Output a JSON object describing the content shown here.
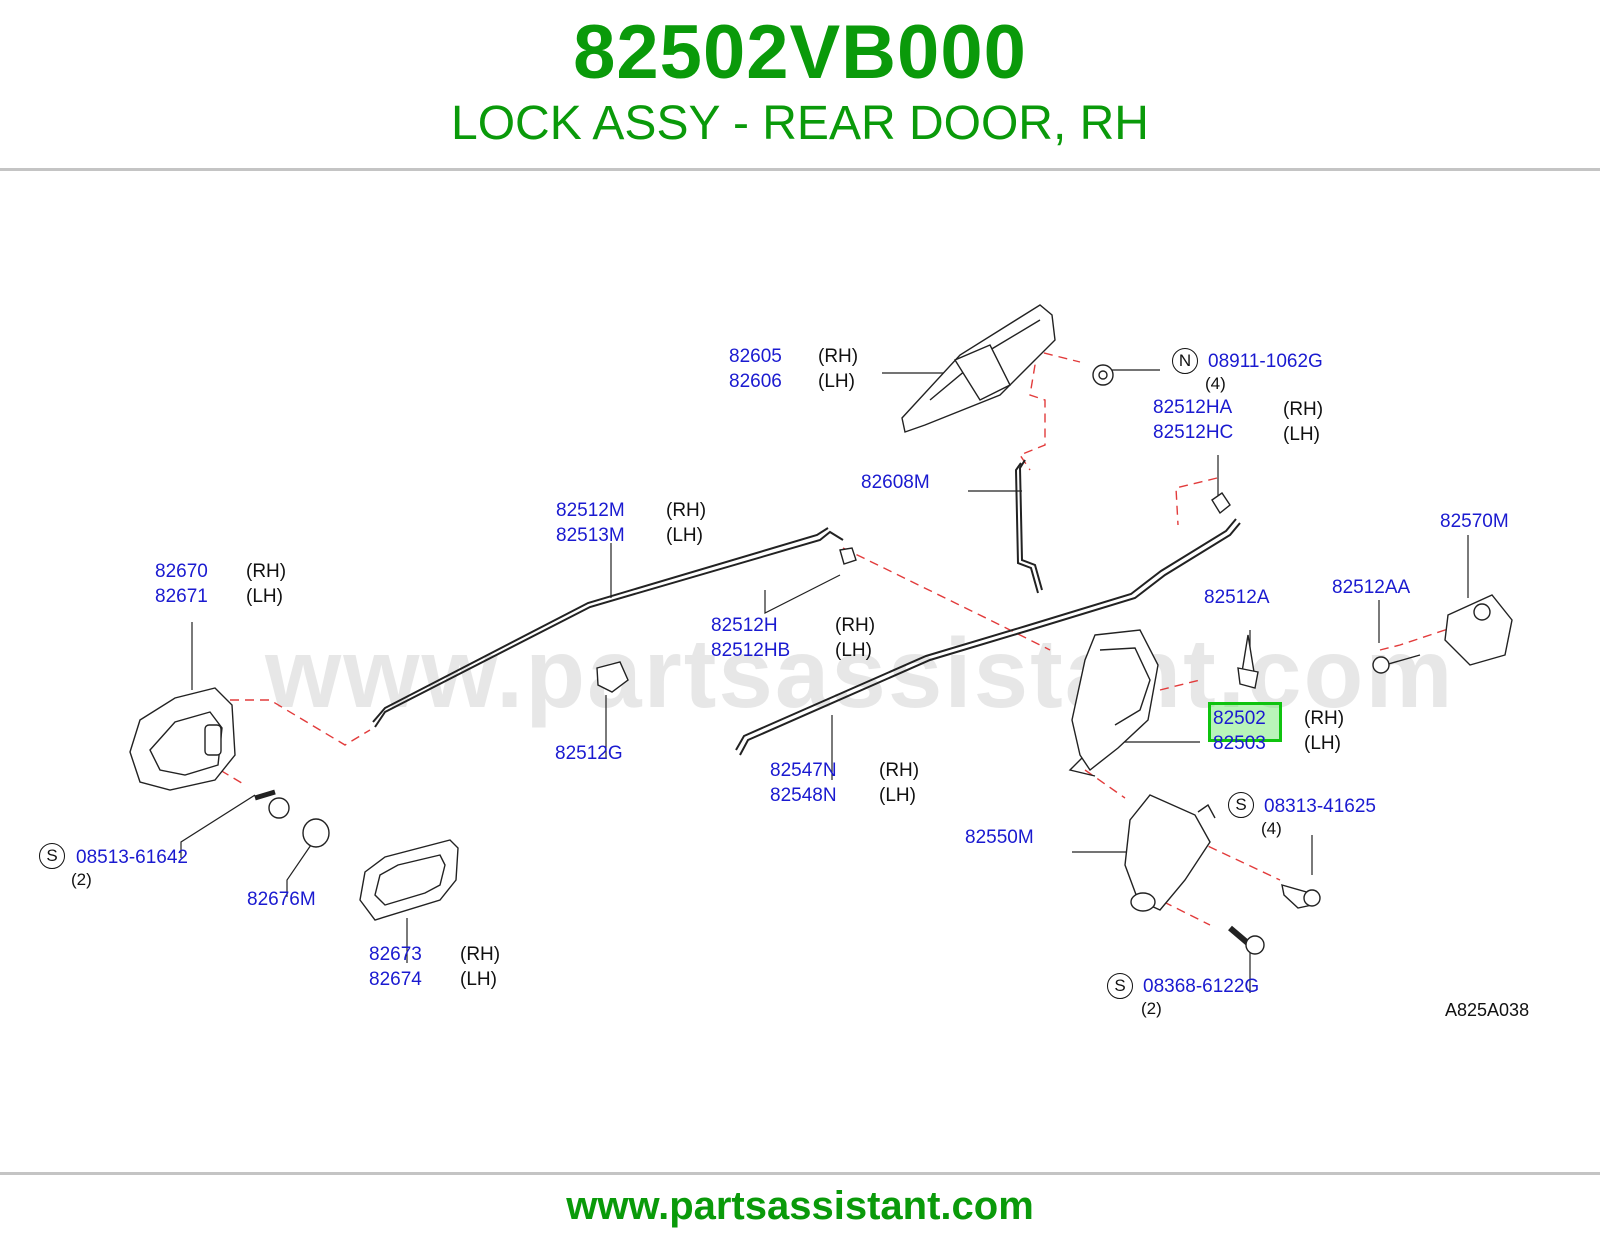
{
  "header": {
    "part_number": "82502VB000",
    "description": "LOCK ASSY - REAR DOOR, RH"
  },
  "footer": {
    "website": "www.partsassistant.com"
  },
  "watermark": "www.partsassistant.com",
  "diagram_code": "A825A038",
  "highlighted_part": "82502",
  "colors": {
    "brand_green": "#0a9a0a",
    "part_link_blue": "#1a1ad0",
    "leader_red": "#e23b3b",
    "highlight_green": "#0fc30f"
  },
  "callouts": [
    {
      "id": "82605",
      "side": "(RH)"
    },
    {
      "id": "82606",
      "side": "(LH)"
    },
    {
      "id": "08911-1062G",
      "prefix": "N",
      "qty": "(4)"
    },
    {
      "id": "82512HA",
      "side": "(RH)"
    },
    {
      "id": "82512HC",
      "side": "(LH)"
    },
    {
      "id": "82608M"
    },
    {
      "id": "82512M",
      "side": "(RH)"
    },
    {
      "id": "82513M",
      "side": "(LH)"
    },
    {
      "id": "82570M"
    },
    {
      "id": "82670",
      "side": "(RH)"
    },
    {
      "id": "82671",
      "side": "(LH)"
    },
    {
      "id": "82512AA"
    },
    {
      "id": "82512A"
    },
    {
      "id": "82512H",
      "side": "(RH)"
    },
    {
      "id": "82512HB",
      "side": "(LH)"
    },
    {
      "id": "82502",
      "side": "(RH)"
    },
    {
      "id": "82503",
      "side": "(LH)"
    },
    {
      "id": "82512G"
    },
    {
      "id": "82547N",
      "side": "(RH)"
    },
    {
      "id": "82548N",
      "side": "(LH)"
    },
    {
      "id": "08313-41625",
      "prefix": "S",
      "qty": "(4)"
    },
    {
      "id": "82550M"
    },
    {
      "id": "08513-61642",
      "prefix": "S",
      "qty": "(2)"
    },
    {
      "id": "82676M"
    },
    {
      "id": "82673",
      "side": "(RH)"
    },
    {
      "id": "82674",
      "side": "(LH)"
    },
    {
      "id": "08368-6122G",
      "prefix": "S",
      "qty": "(2)"
    }
  ]
}
